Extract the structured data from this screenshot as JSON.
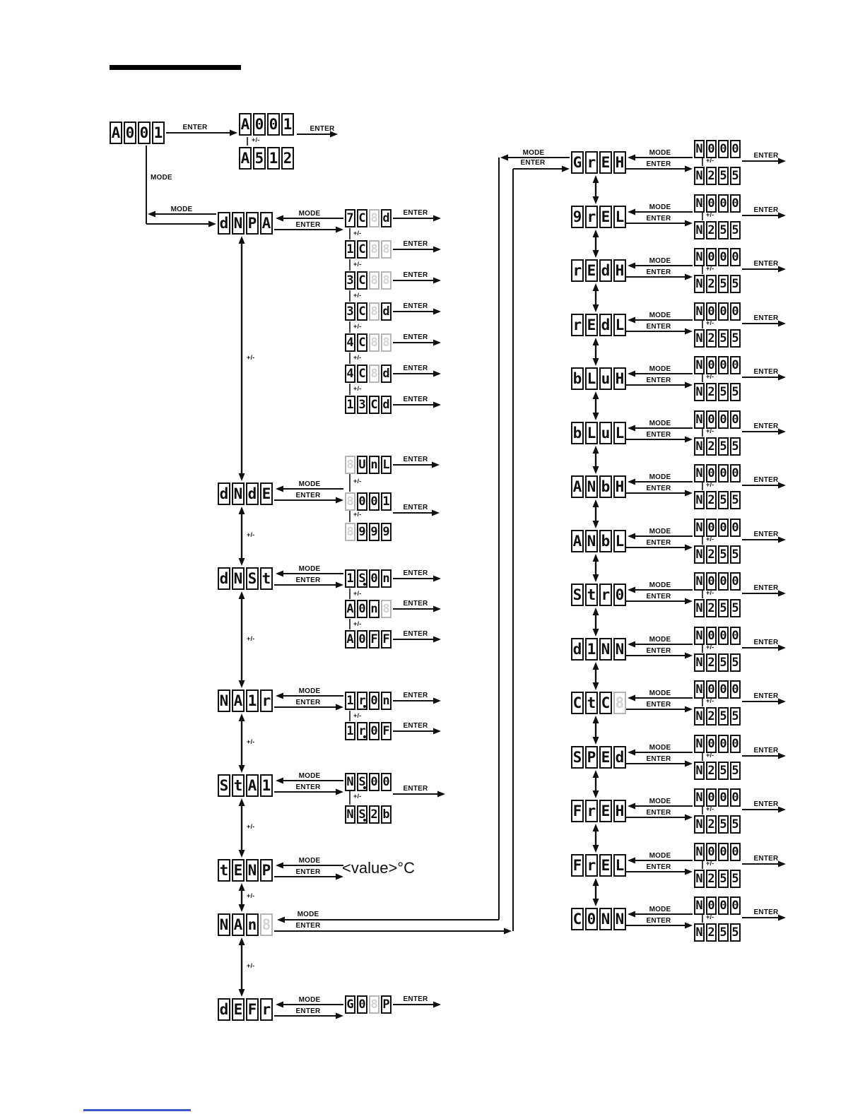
{
  "labels": {
    "mode": "MODE",
    "enter": "ENTER",
    "plus_minus": "+/-"
  },
  "accents": {
    "footer_rule": "#3a57c4"
  },
  "start": {
    "address": [
      "A",
      "0",
      "0",
      "1"
    ],
    "range_low": [
      "A",
      "0",
      "0",
      "1"
    ],
    "range_high": [
      "A",
      "5",
      "1",
      "2"
    ]
  },
  "left_menu": [
    {
      "id": "dmx-patch",
      "name": [
        "d",
        "N",
        "P",
        "A"
      ],
      "type": "list",
      "subs": [
        [
          "7",
          "C",
          "#8",
          "d"
        ],
        [
          "1",
          "C",
          "#8",
          "#8"
        ],
        [
          "3",
          "C",
          "#8",
          "#8"
        ],
        [
          "3",
          "C",
          "#8",
          "d"
        ],
        [
          "4",
          "C",
          "#8",
          "#8"
        ],
        [
          "4",
          "C",
          "#8",
          "d"
        ],
        [
          "1",
          "3",
          "C",
          "d"
        ]
      ]
    },
    {
      "id": "dmx-mode",
      "name": [
        "d",
        "N",
        "d",
        "E"
      ],
      "type": "stack3",
      "stack": [
        [
          "#8",
          "U",
          "n",
          "L"
        ],
        [
          "#8",
          "0",
          "0",
          "1"
        ],
        [
          "#8",
          "9",
          "9",
          "9"
        ]
      ]
    },
    {
      "id": "dmx-status",
      "name": [
        "d",
        "N",
        "S",
        "t"
      ],
      "type": "list",
      "subs": [
        [
          "1",
          "S.",
          "0",
          "n"
        ],
        [
          "A",
          "0",
          "n",
          "#8"
        ],
        [
          "A",
          "0",
          "F",
          "F"
        ]
      ]
    },
    {
      "id": "ir-remote",
      "name": [
        "N",
        "A",
        "1",
        "r"
      ],
      "type": "list",
      "subs": [
        [
          "1",
          "r.",
          "0",
          "n"
        ],
        [
          "1",
          "r.",
          "0",
          "F"
        ]
      ]
    },
    {
      "id": "status-version",
      "name": [
        "S",
        "t",
        "A",
        "1"
      ],
      "type": "stack2",
      "stack": [
        [
          "N",
          "S.",
          "0",
          "0"
        ],
        [
          "N",
          "S.",
          "2",
          "b"
        ]
      ]
    },
    {
      "id": "temperature",
      "name": [
        "t",
        "E",
        "N",
        "P"
      ],
      "type": "text",
      "value": "<value>°C"
    },
    {
      "id": "manual",
      "name": [
        "N",
        "A",
        "n",
        "#8"
      ],
      "type": "link"
    },
    {
      "id": "defaults",
      "name": [
        "d",
        "E",
        "F",
        "r"
      ],
      "type": "list",
      "subs": [
        [
          "G",
          "0",
          "#8",
          "P"
        ]
      ]
    }
  ],
  "right_menu": {
    "items": [
      {
        "id": "green-high",
        "name": [
          "G",
          "r",
          "E",
          "H"
        ]
      },
      {
        "id": "green-low",
        "name": [
          "9",
          "r",
          "E",
          "L"
        ]
      },
      {
        "id": "red-high",
        "name": [
          "r",
          "E",
          "d",
          "H"
        ]
      },
      {
        "id": "red-low",
        "name": [
          "r",
          "E",
          "d",
          "L"
        ]
      },
      {
        "id": "blue-high",
        "name": [
          "b",
          "L",
          "u",
          "H"
        ]
      },
      {
        "id": "blue-low",
        "name": [
          "b",
          "L",
          "u",
          "L"
        ]
      },
      {
        "id": "amber-high",
        "name": [
          "A",
          "N",
          "b",
          "H"
        ]
      },
      {
        "id": "amber-low",
        "name": [
          "A",
          "N",
          "b",
          "L"
        ]
      },
      {
        "id": "strobe",
        "name": [
          "S",
          "t",
          "r",
          "0"
        ]
      },
      {
        "id": "dimmer",
        "name": [
          "d",
          "1",
          "N",
          "N"
        ]
      },
      {
        "id": "ctc",
        "name": [
          "C",
          "t",
          "C",
          "#8"
        ]
      },
      {
        "id": "speed",
        "name": [
          "S",
          "P",
          "E",
          "d"
        ]
      },
      {
        "id": "fade-high",
        "name": [
          "F",
          "r",
          "E",
          "H"
        ]
      },
      {
        "id": "fade-low",
        "name": [
          "F",
          "r",
          "E",
          "L"
        ]
      },
      {
        "id": "conn",
        "name": [
          "C",
          "0",
          "N",
          "N"
        ]
      }
    ],
    "value_min": [
      "N",
      "0",
      "0",
      "0"
    ],
    "value_max": [
      "N",
      "2",
      "5",
      "5"
    ]
  }
}
